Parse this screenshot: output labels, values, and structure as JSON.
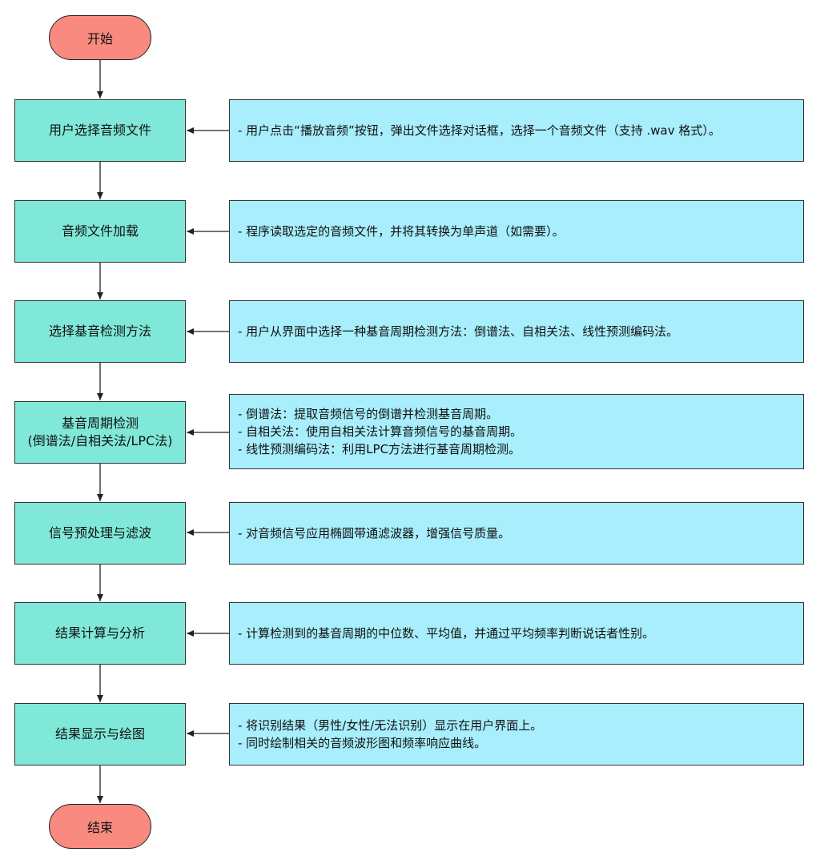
{
  "start_label": "开始",
  "end_label": "结束",
  "steps": [
    {
      "title": [
        "用户选择音频文件"
      ],
      "notes": [
        "- 用户点击“播放音频”按钮，弹出文件选择对话框，选择一个音频文件（支持 .wav 格式）。"
      ]
    },
    {
      "title": [
        "音频文件加载"
      ],
      "notes": [
        "- 程序读取选定的音频文件，并将其转换为单声道（如需要）。"
      ]
    },
    {
      "title": [
        "选择基音检测方法"
      ],
      "notes": [
        "- 用户从界面中选择一种基音周期检测方法：倒谱法、自相关法、线性预测编码法。"
      ]
    },
    {
      "title": [
        "基音周期检测",
        "(倒谱法/自相关法/LPC法)"
      ],
      "notes": [
        "- 倒谱法：提取音频信号的倒谱并检测基音周期。",
        "- 自相关法：使用自相关法计算音频信号的基音周期。",
        "- 线性预测编码法：利用LPC方法进行基音周期检测。"
      ]
    },
    {
      "title": [
        "信号预处理与滤波"
      ],
      "notes": [
        "- 对音频信号应用椭圆带通滤波器，增强信号质量。"
      ]
    },
    {
      "title": [
        "结果计算与分析"
      ],
      "notes": [
        "- 计算检测到的基音周期的中位数、平均值，并通过平均频率判断说话者性别。"
      ]
    },
    {
      "title": [
        "结果显示与绘图"
      ],
      "notes": [
        "- 将识别结果（男性/女性/无法识别）显示在用户界面上。",
        "- 同时绘制相关的音频波形图和频率响应曲线。"
      ]
    }
  ]
}
